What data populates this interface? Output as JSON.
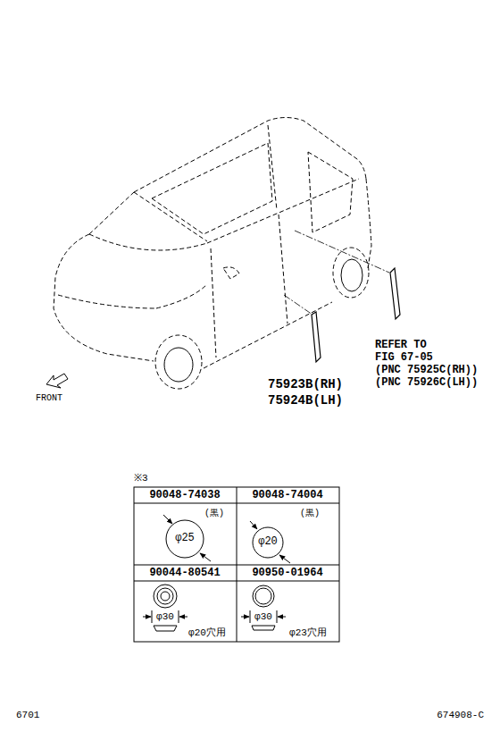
{
  "diagram": {
    "labels": [
      "REFER TO",
      "FIG 67-05",
      "(PNC 75925C(RH))",
      "(PNC 75926C(LH))",
      "75923B(RH)",
      "75924B(LH)",
      "FRONT",
      "※3",
      "90048-74038",
      "90048-74004",
      "(黒)",
      "φ25",
      "(黒)",
      "φ20",
      "90044-80541",
      "90950-01964",
      "φ30",
      "φ20穴用",
      "φ30",
      "φ23穴用",
      "6701",
      "674908-C"
    ]
  }
}
